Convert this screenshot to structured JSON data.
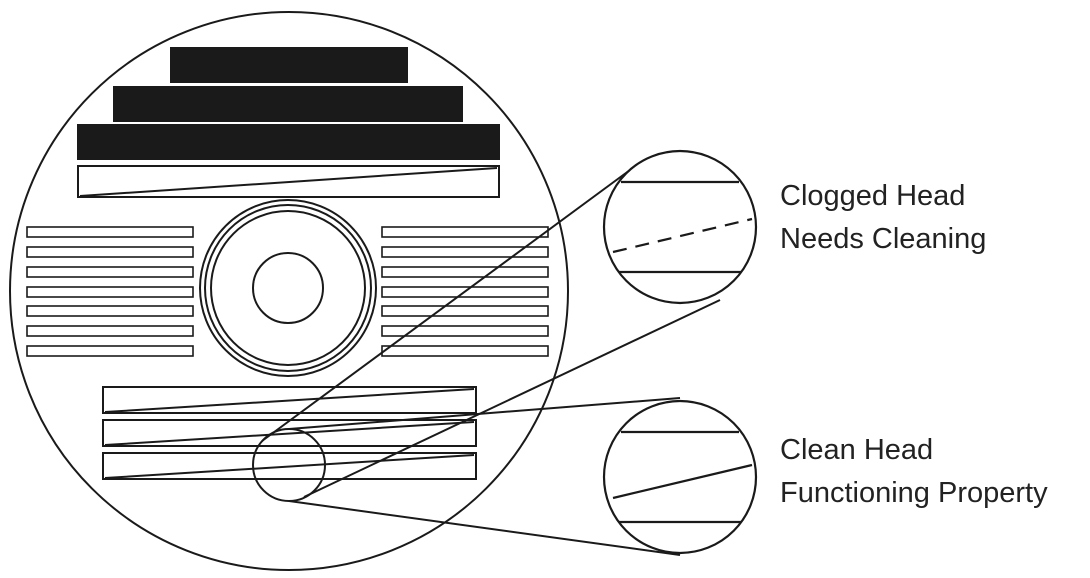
{
  "labels": {
    "clogged": {
      "line1": "Clogged Head",
      "line2": "Needs Cleaning"
    },
    "clean": {
      "line1": "Clean Head",
      "line2": "Functioning Property"
    }
  },
  "colors": {
    "ink": "#1a1a1a",
    "background": "#ffffff"
  }
}
